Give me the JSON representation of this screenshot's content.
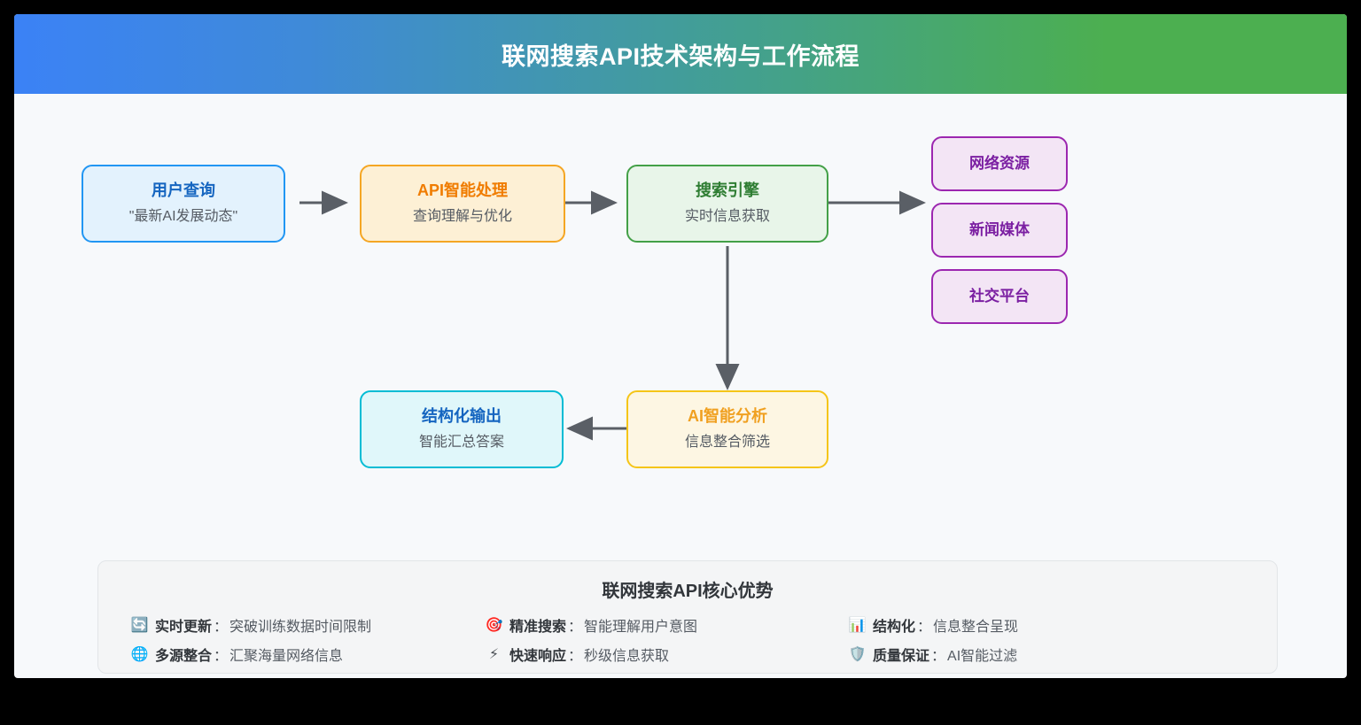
{
  "header": {
    "title": "联网搜索API技术架构与工作流程"
  },
  "flow": {
    "nodes": [
      {
        "id": "user-query",
        "title": "用户查询",
        "sub": "\"最新AI发展动态\""
      },
      {
        "id": "api-process",
        "title": "API智能处理",
        "sub": "查询理解与优化"
      },
      {
        "id": "search-engine",
        "title": "搜索引擎",
        "sub": "实时信息获取"
      },
      {
        "id": "ai-analysis",
        "title": "AI智能分析",
        "sub": "信息整合筛选"
      },
      {
        "id": "struct-output",
        "title": "结构化输出",
        "sub": "智能汇总答案"
      }
    ],
    "sources": [
      {
        "id": "web-resource",
        "title": "网络资源"
      },
      {
        "id": "news-media",
        "title": "新闻媒体"
      },
      {
        "id": "social-platform",
        "title": "社交平台"
      }
    ]
  },
  "advantages": {
    "title": "联网搜索API核心优势",
    "items": [
      {
        "icon": "🔄",
        "icon_name": "refresh-icon",
        "label": "实时更新",
        "colon": "：",
        "desc": "突破训练数据时间限制"
      },
      {
        "icon": "🎯",
        "icon_name": "target-icon",
        "label": "精准搜索",
        "colon": "：",
        "desc": "智能理解用户意图"
      },
      {
        "icon": "📊",
        "icon_name": "bar-chart-icon",
        "label": "结构化",
        "colon": "：",
        "desc": "信息整合呈现"
      },
      {
        "icon": "🌐",
        "icon_name": "globe-icon",
        "label": "多源整合",
        "colon": "：",
        "desc": "汇聚海量网络信息"
      },
      {
        "icon": "⚡",
        "icon_name": "lightning-icon",
        "label": "快速响应",
        "colon": "：",
        "desc": "秒级信息获取"
      },
      {
        "icon": "🛡️",
        "icon_name": "shield-icon",
        "label": "质量保证",
        "colon": "：",
        "desc": "AI智能过滤"
      }
    ]
  },
  "colors": {
    "header_gradient_start": "#3b82f6",
    "header_gradient_end": "#4caf50",
    "canvas_bg": "#f7f9fb",
    "arrow": "#5a5f66",
    "user_border": "#2196f3",
    "api_border": "#f5a623",
    "engine_border": "#43a047",
    "ai_border": "#f5c518",
    "output_border": "#00bcd4",
    "source_border": "#9c27b0"
  }
}
